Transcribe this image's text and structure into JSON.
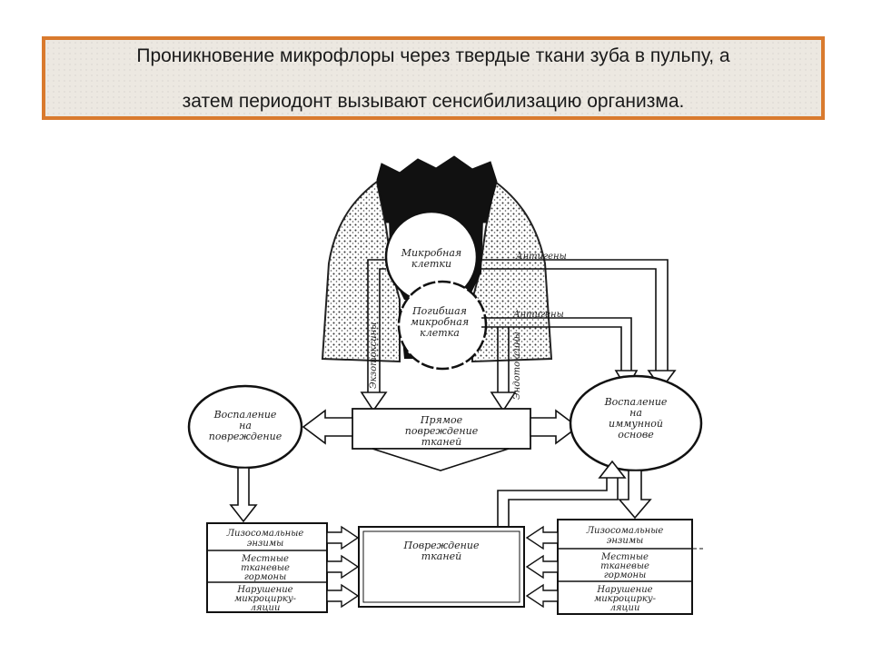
{
  "title": {
    "line1": "Проникновение микрофлоры через твердые ткани зуба в пульпу, а",
    "line2": "затем периодонт вызывают сенсибилизацию организма."
  },
  "diagram": {
    "microbial_cells": [
      "Микробная",
      "клетки"
    ],
    "dead_microbial_cell": [
      "Погибшая",
      "микробная",
      "клетка"
    ],
    "antigens_top": "Антигены",
    "antigens_middle": "Антигены",
    "exotoxins": "Экзотоксины",
    "endotoxins": "Эндотоксины",
    "inflammation_damage": [
      "Воспаление",
      "на",
      "повреждение"
    ],
    "direct_damage": [
      "Прямое",
      "повреждение",
      "тканей"
    ],
    "inflammation_immune": [
      "Воспаление",
      "на",
      "иммунной",
      "основе"
    ],
    "tissue_damage": [
      "Повреждение",
      "тканей"
    ],
    "left_factors": [
      [
        "Лизосомальные",
        "энзимы"
      ],
      [
        "Местные",
        "тканевые",
        "гормоны"
      ],
      [
        "Нарушение",
        "микроцирку-",
        "ляции"
      ]
    ],
    "right_factors": [
      [
        "Лизосомальные",
        "энзимы"
      ],
      [
        "Местные",
        "тканевые",
        "гормоны"
      ],
      [
        "Нарушение",
        "микроцирку-",
        "ляции"
      ]
    ]
  }
}
